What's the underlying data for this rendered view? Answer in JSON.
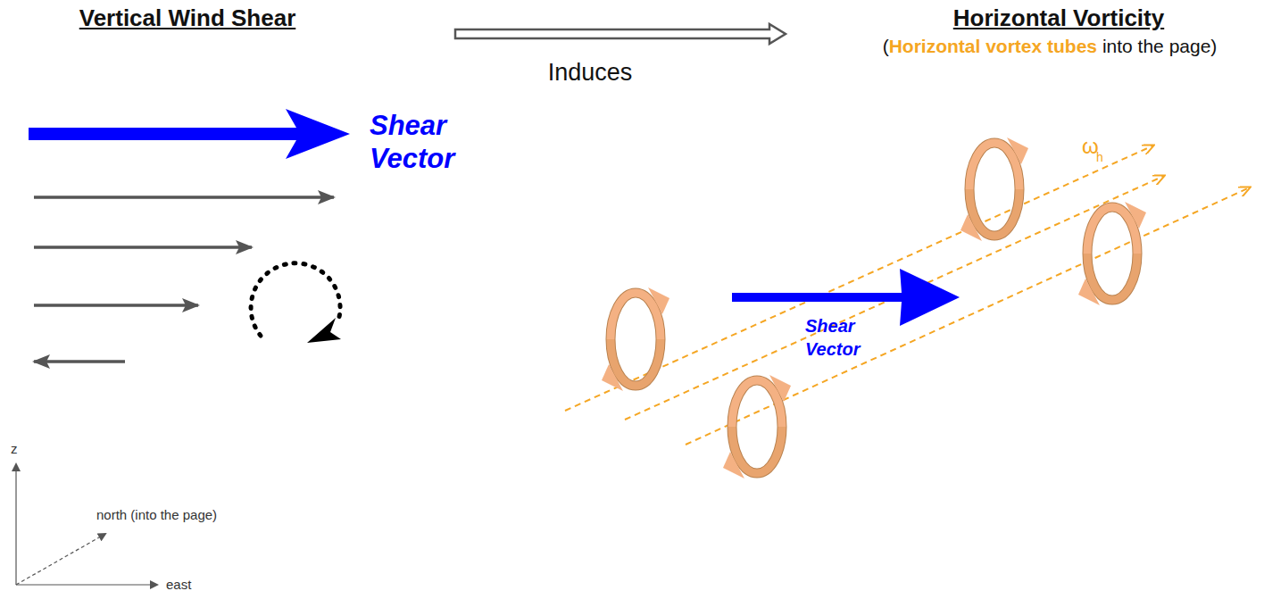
{
  "diagram": {
    "labels": [
      "Vertical Wind Shear",
      "Induces",
      "Horizontal Vorticity",
      "(",
      "Horizontal vortex tubes",
      "into the page)",
      "Shear Vector",
      "Shear Vector",
      "ω",
      "h",
      "z",
      "north (into the page)",
      "east"
    ]
  }
}
